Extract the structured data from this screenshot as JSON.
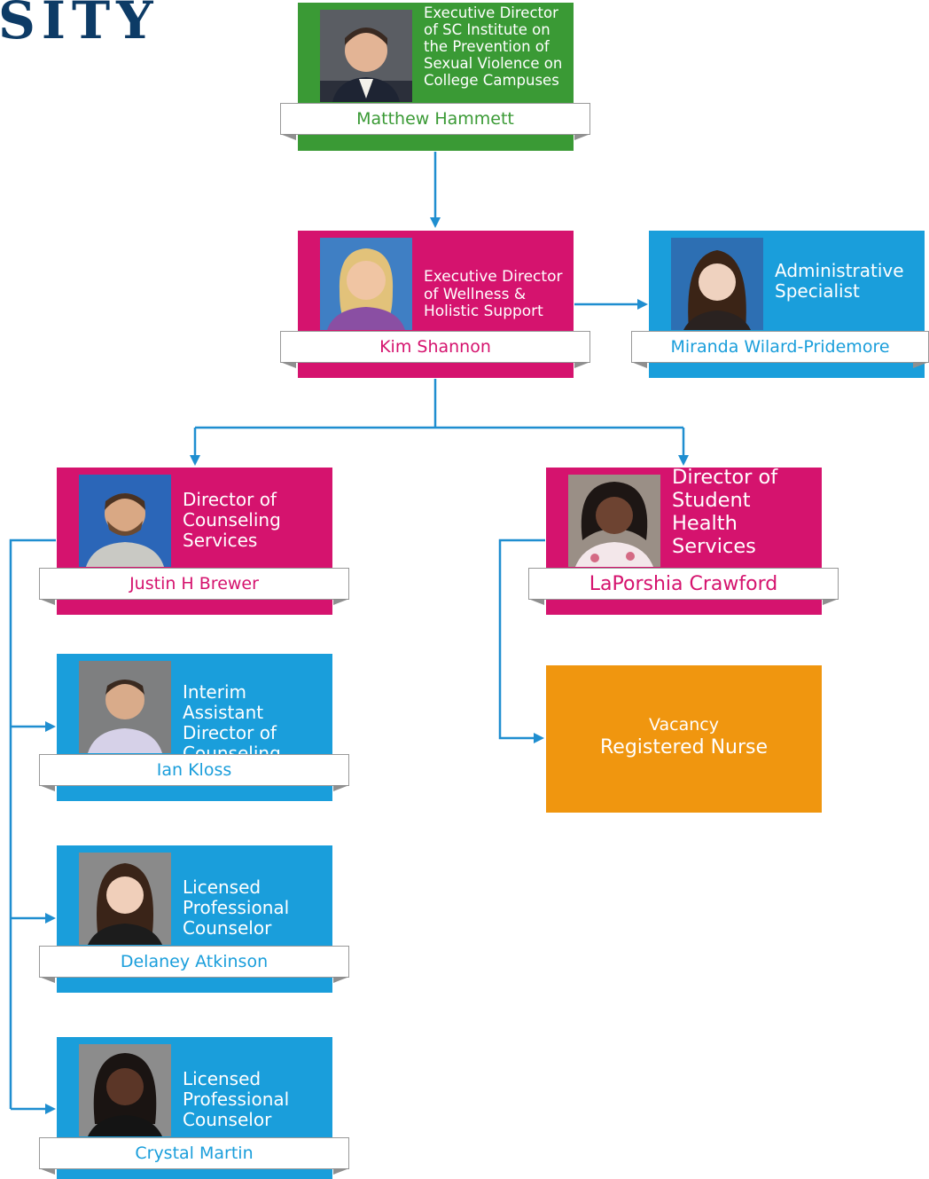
{
  "logo_text": "SITY",
  "colors": {
    "green": "#3a9a35",
    "magenta": "#d5136e",
    "blue": "#1a9edb",
    "orange": "#f0960f",
    "connector": "#1f8ed0"
  },
  "nodes": {
    "hammett": {
      "title": "Executive Director\nof SC Institute on\nthe Prevention of\nSexual Violence on\nCollege Campuses",
      "name": "Matthew Hammett",
      "photo": "male-portrait-photo"
    },
    "shannon": {
      "title": "Executive Director\nof Wellness &\nHolistic Support",
      "name": "Kim Shannon",
      "photo": "female-portrait-photo"
    },
    "pridemore": {
      "title": "Administrative\nSpecialist",
      "name": "Miranda Wilard-Pridemore",
      "photo": "female-portrait-photo"
    },
    "brewer": {
      "title": "Director of\nCounseling\nServices",
      "name": "Justin H Brewer",
      "photo": "male-portrait-photo"
    },
    "crawford": {
      "title": "Director of\nStudent Health\nServices",
      "name": "LaPorshia Crawford",
      "photo": "female-portrait-photo"
    },
    "kloss": {
      "title": "Interim Assistant\nDirector of\nCounseling",
      "name": "Ian Kloss",
      "photo": "male-portrait-photo"
    },
    "atkinson": {
      "title": "Licensed\nProfessional\nCounselor",
      "name": "Delaney Atkinson",
      "photo": "female-portrait-photo"
    },
    "martin": {
      "title": "Licensed\nProfessional\nCounselor",
      "name": "Crystal Martin",
      "photo": "female-portrait-photo"
    },
    "vacancy": {
      "line1": "Vacancy",
      "line2": "Registered Nurse"
    }
  }
}
